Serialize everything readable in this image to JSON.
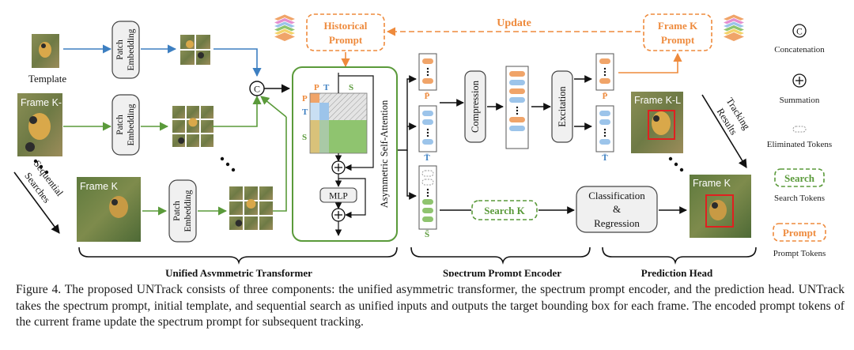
{
  "figure": {
    "template_label": "Template",
    "patch_embedding_line1": "Patch",
    "patch_embedding_line2": "Embedding",
    "frame_kl_label": "Frame K-L",
    "frame_k_label": "Frame K",
    "sequential_searches_line1": "Sequential",
    "sequential_searches_line2": "Searches",
    "concat_symbol": "C",
    "historical_prompt_line1": "Historical",
    "historical_prompt_line2": "Prompt",
    "update_label": "Update",
    "frame_k_prompt_line1": "Frame K",
    "frame_k_prompt_line2": "Prompt",
    "attn_p": "P",
    "attn_t": "T",
    "attn_s": "S",
    "mlp_label": "MLP",
    "asym_self_attention": "Asymmetric Self-Attention",
    "token_p_label": "P̄",
    "token_t_label": "T̄",
    "token_s_label": "S̄",
    "compression_label": "Compression",
    "excitation_label": "Excitation",
    "search_k_label": "Search K",
    "classification_line1": "Classification",
    "classification_line2": "&",
    "classification_line3": "Regression",
    "tracking_results_line1": "Tracking",
    "tracking_results_line2": "Results",
    "brace_uat": "Unified Asymmetric Transformer",
    "brace_spe": "Spectrum Prompt Encoder",
    "brace_ph": "Prediction Head"
  },
  "legend": {
    "concatenation": "Concatenation",
    "summation": "Summation",
    "eliminated_tokens": "Eliminated Tokens",
    "search_box": "Search",
    "search_tokens": "Search Tokens",
    "prompt_box": "Prompt",
    "prompt_tokens": "Prompt Tokens"
  },
  "colors": {
    "blue": "#3d7fc1",
    "green": "#5a9a3a",
    "orange": "#ee8a3c",
    "red": "#e02020",
    "token_blue": "#9cc4ea",
    "token_green": "#8fc46f",
    "token_orange": "#f0a469"
  },
  "caption": "Figure 4. The proposed UNTrack consists of three components: the unified asymmetric transformer, the spectrum prompt encoder, and the prediction head. UNTrack takes the spectrum prompt, initial template, and sequential search as unified inputs and outputs the target bounding box for each frame. The encoded prompt tokens of the current frame update the spectrum prompt for subsequent tracking."
}
